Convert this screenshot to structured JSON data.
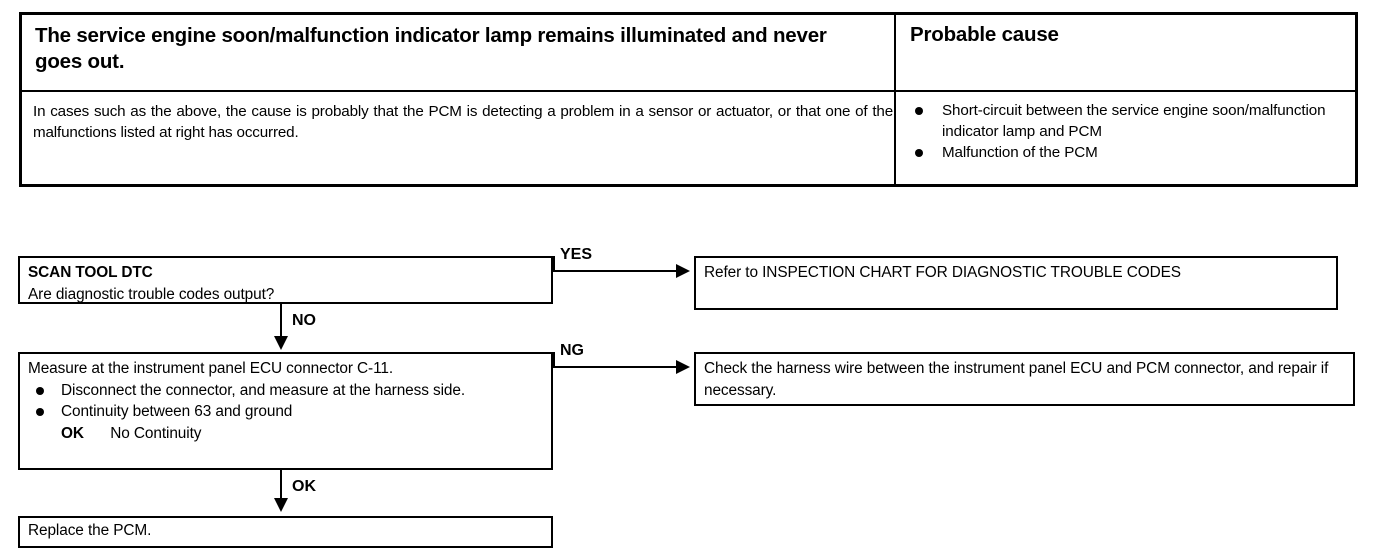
{
  "table": {
    "headers": {
      "symptom": "The service engine soon/malfunction indicator lamp remains illuminated and never goes out.",
      "probable_cause": "Probable cause"
    },
    "symptom_description": "In cases such as the above, the cause is probably that the PCM is detecting a problem in a sensor or actuator, or that one of the malfunctions listed at right has occurred.",
    "probable_causes": [
      "Short-circuit between the service engine soon/malfunction indicator lamp and PCM",
      "Malfunction of the PCM"
    ]
  },
  "flowchart": {
    "scan_step": {
      "title": "SCAN TOOL DTC",
      "question": "Are diagnostic trouble codes output?"
    },
    "refer_step": {
      "text": "Refer to INSPECTION CHART FOR DIAGNOSTIC TROUBLE CODES"
    },
    "measure_step": {
      "title": "Measure at the instrument panel ECU connector C-11.",
      "items": [
        "Disconnect the connector, and measure at the harness side.",
        "Continuity between 63 and ground"
      ],
      "ok_label": "OK",
      "ok_value": "No Continuity"
    },
    "check_step": {
      "text": "Check the harness wire between the instrument panel ECU and PCM connector, and repair if necessary."
    },
    "replace_step": {
      "text": "Replace the PCM."
    },
    "branches": {
      "yes": "YES",
      "no": "NO",
      "ng": "NG",
      "ok": "OK"
    }
  },
  "colors": {
    "ink": "#000000",
    "paper": "#ffffff"
  }
}
